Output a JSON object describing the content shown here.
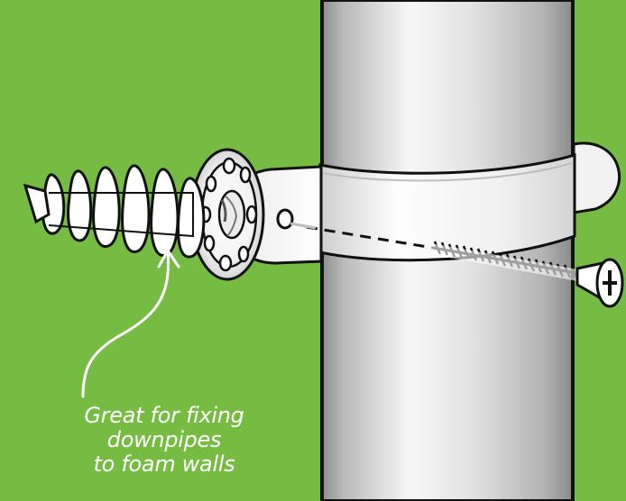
{
  "caption": {
    "line1": "Great for fixing",
    "line2": "downpipes",
    "line3": "to foam walls"
  },
  "colors": {
    "background": "#76bc43",
    "outline": "#111111",
    "pipe_light": "#f4f4f4",
    "pipe_mid": "#c9c9c9",
    "pipe_dark": "#9a9a9a",
    "caption_text": "#ffffff"
  }
}
